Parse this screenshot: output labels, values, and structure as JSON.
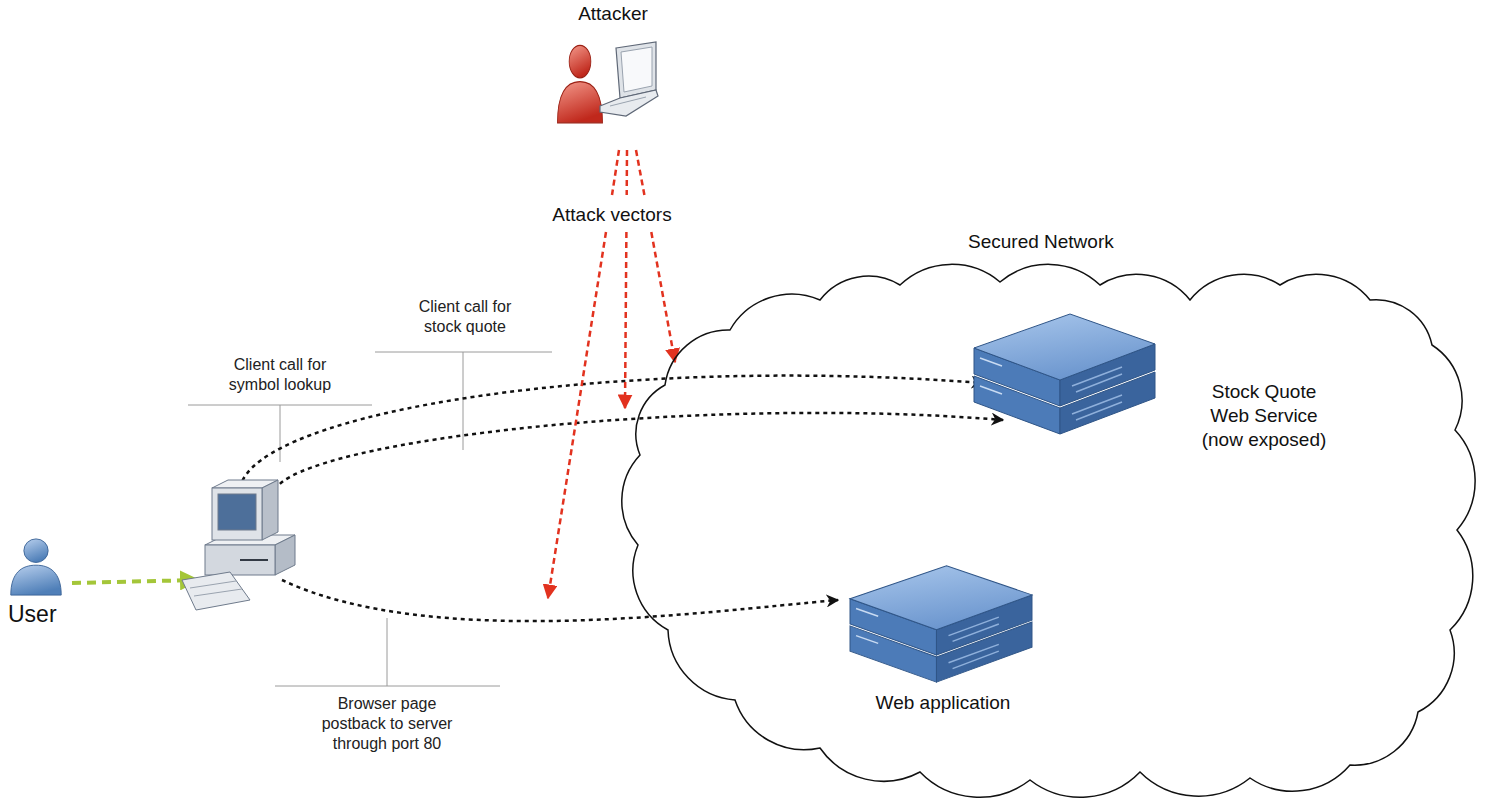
{
  "diagram": {
    "nodes": [
      {
        "text": [
          "Attacker"
        ]
      },
      {
        "text": [
          "User"
        ]
      },
      {
        "text": [
          "Secured Network"
        ]
      },
      {
        "text": [
          "Stock Quote Web Service (now exposed)"
        ],
        "in": 2
      },
      {
        "text": [
          "Web application"
        ],
        "in": 2
      }
    ],
    "labels": [
      "Attack vectors",
      "Client call for symbol lookup",
      "Client call for stock quote",
      "Browser page postback to server through port 80"
    ]
  }
}
